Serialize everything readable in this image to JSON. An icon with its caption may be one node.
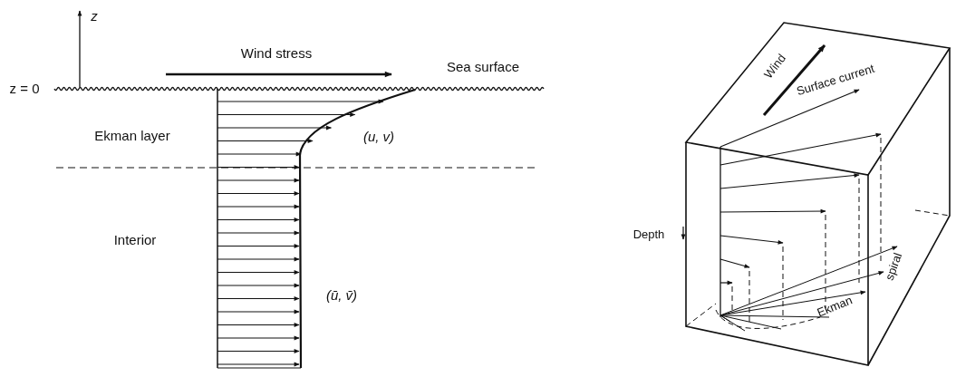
{
  "diagram": {
    "labels": [
      "z",
      "Wind stress",
      "Sea surface",
      "z = 0",
      "Ekman layer",
      "(u, v)",
      "Interior",
      "(ū, v̄)",
      "Wind",
      "Surface current",
      "Depth",
      "Ekman",
      "spiral"
    ]
  }
}
